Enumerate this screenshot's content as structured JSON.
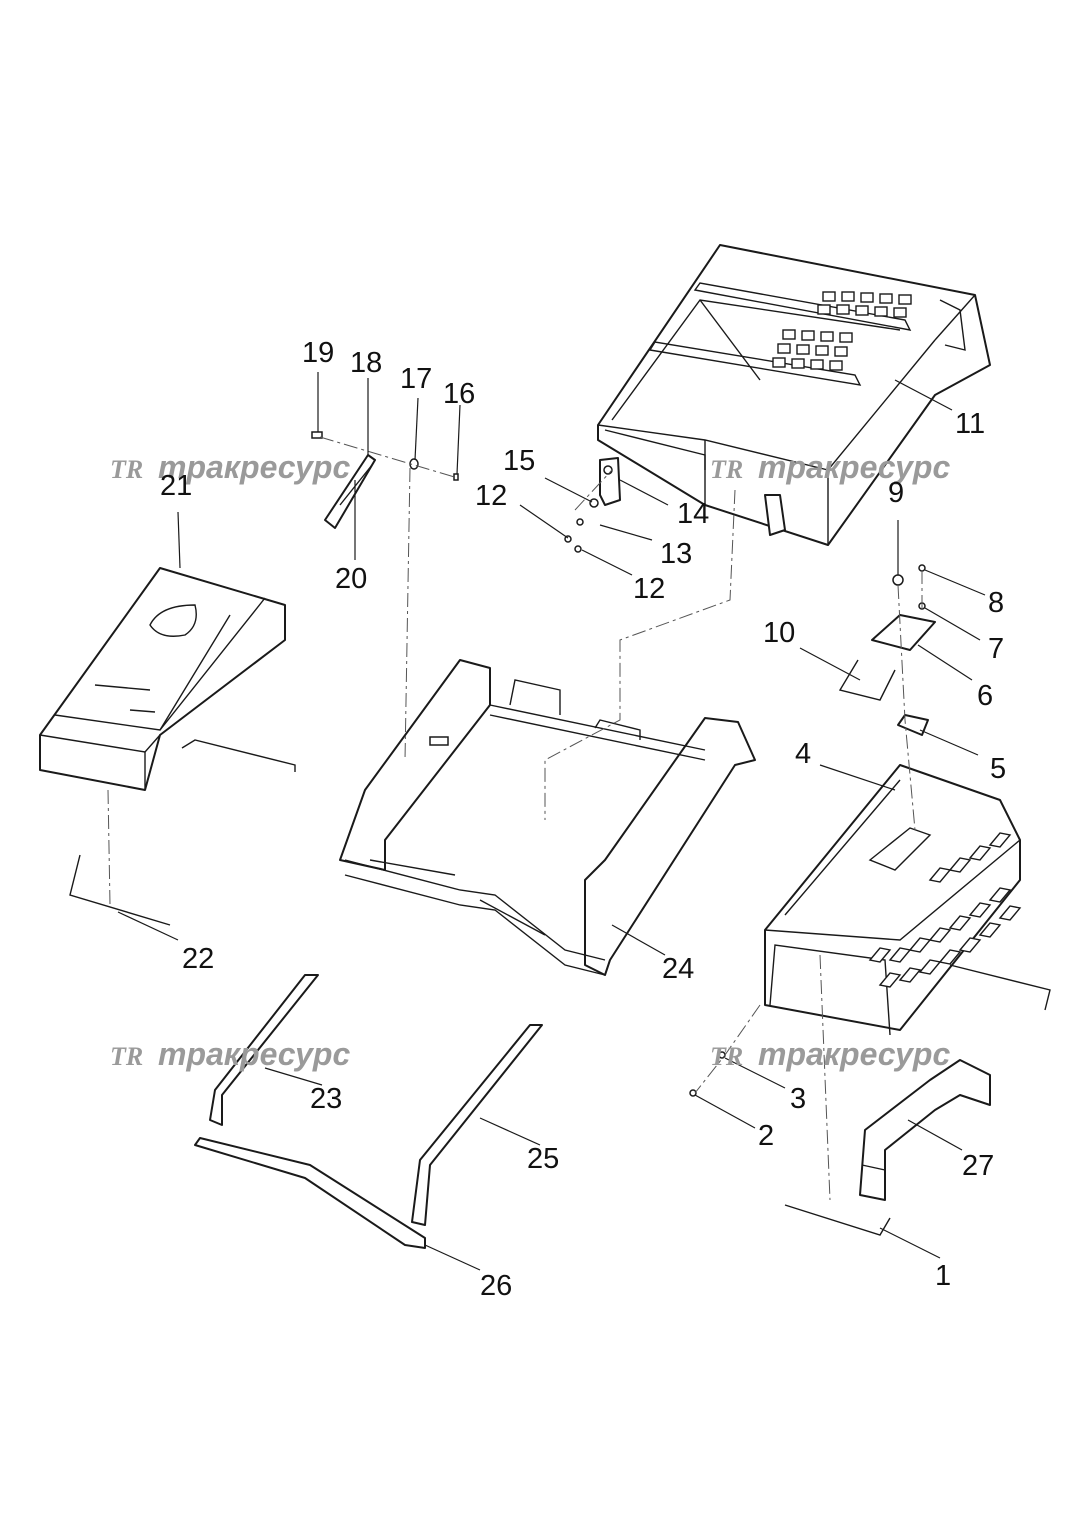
{
  "watermark": {
    "logo": "TR",
    "text": "тракресурс"
  },
  "callouts": [
    "1",
    "2",
    "3",
    "4",
    "5",
    "6",
    "7",
    "8",
    "9",
    "10",
    "11",
    "12",
    "12",
    "13",
    "14",
    "15",
    "16",
    "17",
    "18",
    "19",
    "20",
    "21",
    "22",
    "23",
    "24",
    "25",
    "26",
    "27"
  ],
  "colors": {
    "line": "#1a1a1a",
    "watermark": "#9a9a9a",
    "background": "#ffffff"
  }
}
